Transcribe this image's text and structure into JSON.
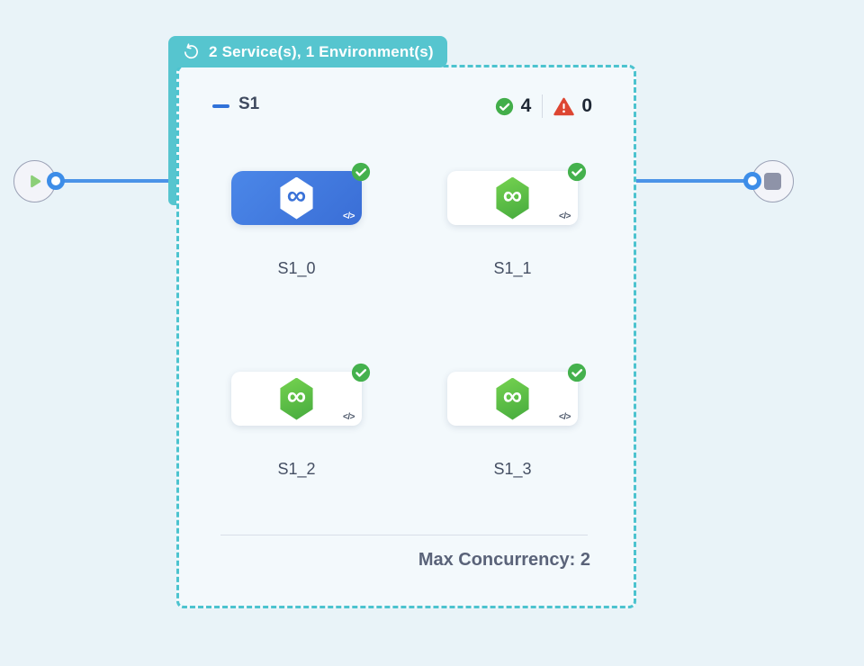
{
  "header_badge": {
    "icon": "loop-icon",
    "label": "2 Service(s), 1 Environment(s)"
  },
  "stage": {
    "collapse_icon": "minus-icon",
    "name": "S1",
    "status": {
      "success_icon": "check-circle-icon",
      "success_count": "4",
      "warning_icon": "warning-triangle-icon",
      "failed_count": "0"
    },
    "services": [
      {
        "name": "S1_0",
        "selected": true,
        "service_icon": "infinity-hexagon-icon",
        "status_icon": "check-circle-icon",
        "code_icon_label": "</>",
        "infinity_glyph": "∞"
      },
      {
        "name": "S1_1",
        "selected": false,
        "service_icon": "infinity-hexagon-icon",
        "status_icon": "check-circle-icon",
        "code_icon_label": "</>",
        "infinity_glyph": "∞"
      },
      {
        "name": "S1_2",
        "selected": false,
        "service_icon": "infinity-hexagon-icon",
        "status_icon": "check-circle-icon",
        "code_icon_label": "</>",
        "infinity_glyph": "∞"
      },
      {
        "name": "S1_3",
        "selected": false,
        "service_icon": "infinity-hexagon-icon",
        "status_icon": "check-circle-icon",
        "code_icon_label": "</>",
        "infinity_glyph": "∞"
      }
    ],
    "footer": {
      "max_concurrency_label": "Max Concurrency:",
      "max_concurrency_value": "2"
    }
  },
  "flow": {
    "start_icon": "play-icon",
    "end_icon": "stop-icon"
  },
  "colors": {
    "page_bg": "#e9f3f8",
    "panel_bg": "#f3f9fc",
    "teal_accent": "#56c5cf",
    "dashed_border": "#4cc3cf",
    "flow_line_blue": "#4b93e8",
    "selected_card_blue": "#3f76dd",
    "service_green": "#54c244",
    "success_green": "#42ae4a",
    "error_red": "#dd4632"
  }
}
